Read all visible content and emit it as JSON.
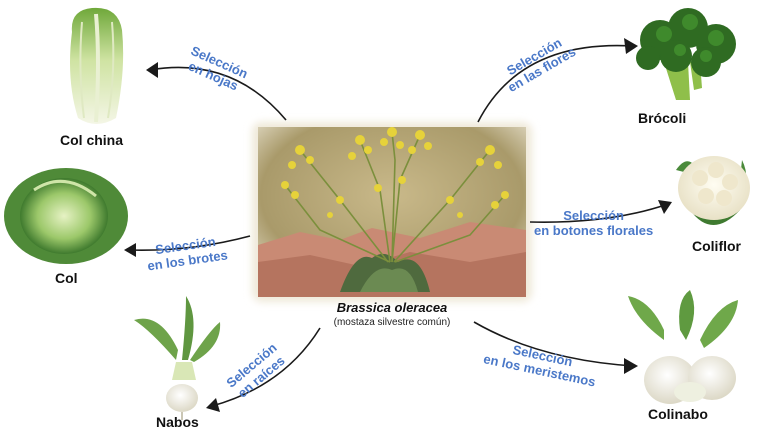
{
  "center": {
    "species": "Brassica oleracea",
    "common_name": "(mostaza silvestre común)"
  },
  "vegetables": {
    "col_china": "Col china",
    "brocoli": "Brócoli",
    "col": "Col",
    "coliflor": "Coliflor",
    "nabos": "Nabos",
    "colinabo": "Colinabo"
  },
  "selections": {
    "hojas": [
      "Selección",
      "en hojas"
    ],
    "flores": [
      "Selección",
      "en las flores"
    ],
    "brotes": [
      "Selección",
      "en los brotes"
    ],
    "botones": [
      "Selección",
      "en botones florales"
    ],
    "raices": [
      "Selección",
      "en raíces"
    ],
    "meristemos": [
      "Selección",
      "en los meristemos"
    ]
  },
  "colors": {
    "selection_text": "#4a78c8",
    "arrow": "#1a1a1a",
    "label_text": "#111111"
  }
}
